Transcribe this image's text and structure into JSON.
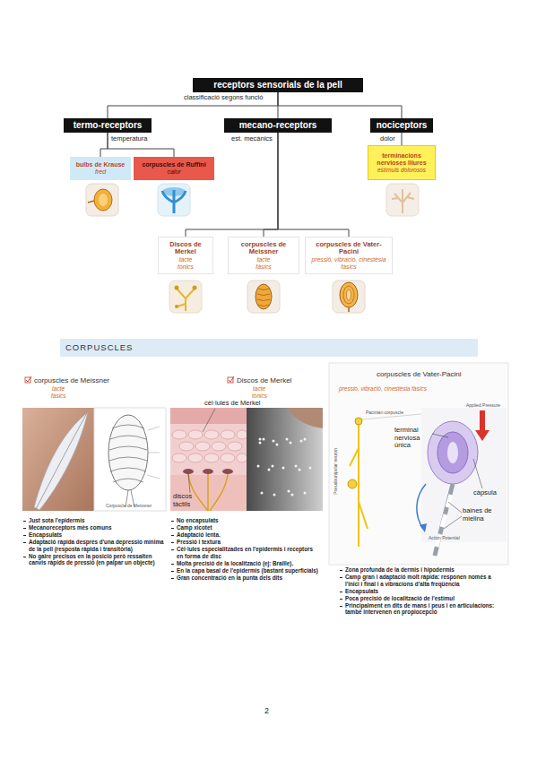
{
  "diagram": {
    "nodes": [
      {
        "text": [
          "receptors sensorials de la pell"
        ]
      },
      {
        "text": [
          "termo-receptors"
        ]
      },
      {
        "text": [
          "mecano-receptors"
        ]
      },
      {
        "text": [
          "nociceptors"
        ]
      },
      {
        "text": [
          "bulbs de Krause",
          "fred"
        ]
      },
      {
        "text": [
          "corpuscles de Ruffini",
          "calor"
        ]
      },
      {
        "text": [
          "terminacions nervioses lliures",
          "estímuls dolorosos"
        ]
      },
      {
        "text": [
          "Discos de Merkel",
          "tacte",
          "tònics"
        ]
      },
      {
        "text": [
          "corpuscles de Meissner",
          "tacte",
          "fàsics"
        ]
      },
      {
        "text": [
          "corpuscles de Vater-Pacini",
          "pressió, vibració, cinestèsia",
          "fàsics"
        ]
      },
      {
        "text": [
          "CORPUSCLES"
        ]
      }
    ],
    "edges": [
      {
        "from": 0,
        "to": 1,
        "arrow": "none"
      },
      {
        "from": 0,
        "to": 2,
        "arrow": "none",
        "label": "classificació segons funció"
      },
      {
        "from": 0,
        "to": 3,
        "arrow": "none"
      },
      {
        "from": 1,
        "to": 4,
        "arrow": "none",
        "label": "temperatura"
      },
      {
        "from": 1,
        "to": 5,
        "arrow": "none"
      },
      {
        "from": 2,
        "to": 7,
        "arrow": "none",
        "label": "est. mecànics"
      },
      {
        "from": 2,
        "to": 8,
        "arrow": "none"
      },
      {
        "from": 2,
        "to": 9,
        "arrow": "none"
      },
      {
        "from": 3,
        "to": 6,
        "arrow": "none",
        "label": "dolor"
      }
    ],
    "labels": [
      "corpuscles de Meissner",
      "tacte",
      "fàsics",
      "Corpuscle de Meissner",
      "Just sota l'epidermis",
      "Mecanoreceptors més comuns",
      "Encapsulats",
      "Adaptació ràpida després d'una depressió mínima de la pell (resposta ràpida i transitòria)",
      "No gaire precisos en la posició però ressalten canvis ràpids de pressió (en palpar un objecte)",
      "Discos de Merkel",
      "tacte",
      "tònics",
      "cèl·lules de Merkel",
      "discos tàctils",
      "No encapsulats",
      "Camp xicotet",
      "Adaptació lenta.",
      "Pressió i textura",
      "Cèl·lules especialitzades en l'epidermis i receptors en forma de disc",
      "Molta precisió de la localització (ej: Braille).",
      "En la capa basal de l'epidermis (bastant superficials)",
      "Gran concentració en la punta dels dits",
      "corpuscles de Vater-Pacini",
      "pressió, vibració, cinestèsia fàsics",
      "Pacinian corpuscle",
      "Applied Pressure",
      "Pseudounipolar neuron",
      "Action Potential",
      "terminal nerviosa única",
      "càpsula",
      "baines de mielina",
      "Zona profunda de la dermis i hipodermis",
      "Camp gran i adaptació molt ràpida: responen només a l'inici i final i a vibracions d'alta freqüència",
      "Encapsulats",
      "Poca precisió de localització de l'estímul",
      "Principalment en dits de mans i peus i en articulacions: també intervenen en propiocepció",
      "2"
    ]
  }
}
